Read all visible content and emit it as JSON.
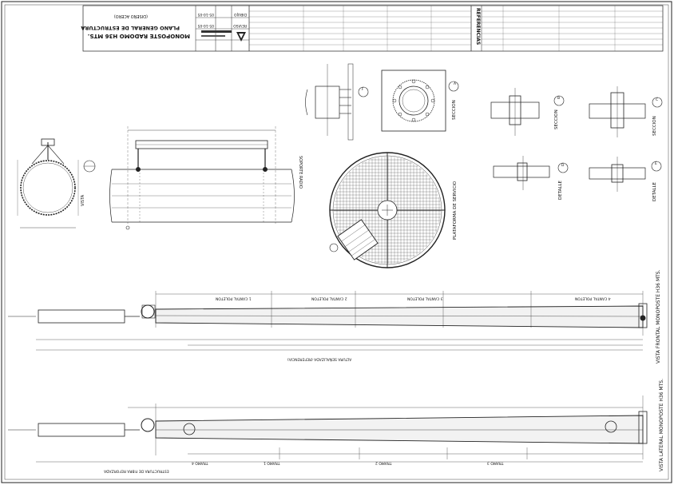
{
  "title_block": {
    "drawing_title_1": "MONOPOSTE RADOMO H36 MTS.",
    "drawing_title_2": "PLANO GENERAL DE ESTRUCTURA",
    "drawing_subtitle": "(DISEÑO ACERO)",
    "date_1": "05-10-05",
    "date_2": "05-10-05",
    "dibujo_label": "DIBUJO",
    "reviso_label": "REVISO",
    "referencias_label": "REFERENCIAS"
  },
  "views": {
    "vista_label": "VISTA",
    "soporte_label": "SOPORTE RADIO",
    "plataforma_label": "PLATAFORMA DE SERVICIO",
    "seccion_a": "SECCION",
    "seccion_b": "SECCION",
    "seccion_c": "SECCION",
    "detalle_a": "DETALLE",
    "detalle_b": "DETALLE",
    "vista_frontal": "VISTA FRONTAL MONOPOSTE H36 MTS.",
    "vista_lateral": "VISTA LATERAL MONOPOSTE H36 MTS."
  },
  "section_marks": {
    "a": "A",
    "b": "B",
    "c": "C",
    "d": "D",
    "e": "E",
    "f": "F"
  },
  "annotations": {
    "front_top_1": "1 CANTAL POLETON",
    "front_top_2": "2 CANTAL POLETON",
    "front_top_3": "3 CANTAL POLETON",
    "front_top_4": "4 CANTAL POLETON",
    "front_dim": "ALTURA SEÑALIZADA (REFERENCIA)",
    "side_tramo_1": "TRAMO 1",
    "side_tramo_2": "TRAMO 2",
    "side_tramo_3": "TRAMO 3",
    "side_tramo_4": "TRAMO 4",
    "side_dim": "ESTRUCTURA DE FIBRA REFORZADA"
  }
}
